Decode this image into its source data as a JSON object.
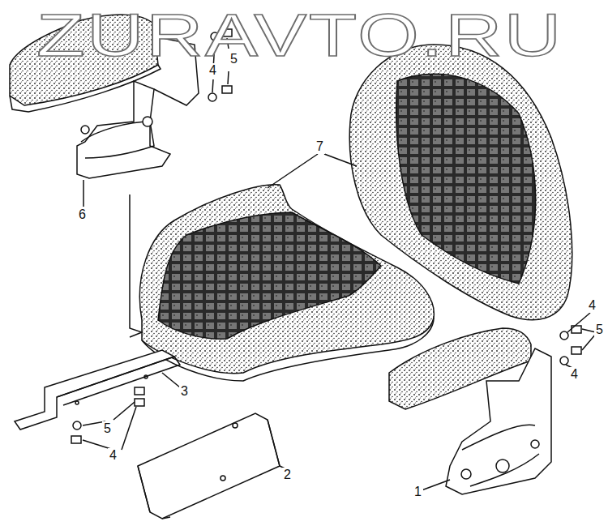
{
  "diagram": {
    "labels": [
      "ZURAVTO.RU",
      "5",
      "4",
      "7",
      "6",
      "4",
      "5",
      "4",
      "3",
      "5",
      "4",
      "2",
      "1"
    ]
  }
}
